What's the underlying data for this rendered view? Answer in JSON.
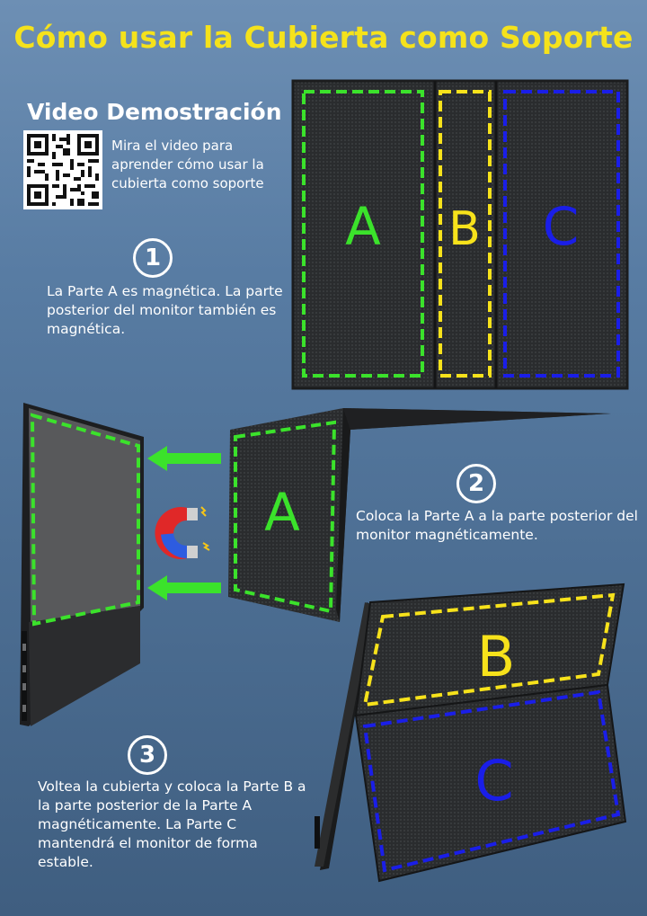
{
  "title": "Cómo usar la Cubierta como Soporte",
  "video": {
    "heading": "Video Demostración",
    "description": "Mira el video para aprender cómo usar la cubierta como soporte"
  },
  "steps": [
    {
      "number": "1",
      "text": "La Parte A es magnética. La parte posterior del monitor también es magnética."
    },
    {
      "number": "2",
      "text": "Coloca la Parte A a la parte posterior del monitor magnéticamente."
    },
    {
      "number": "3",
      "text": "Voltea la cubierta y coloca la Parte B a la parte posterior de la Parte A magnéticamente. La Parte C mantendrá el monitor de forma estable."
    }
  ],
  "panels": {
    "a": {
      "label": "A",
      "color": "#3be22b"
    },
    "b": {
      "label": "B",
      "color": "#f7e21b"
    },
    "c": {
      "label": "C",
      "color": "#1a1ee8"
    }
  },
  "icons": [
    "qr-code-icon",
    "magnet-icon",
    "arrow-left-icon"
  ]
}
